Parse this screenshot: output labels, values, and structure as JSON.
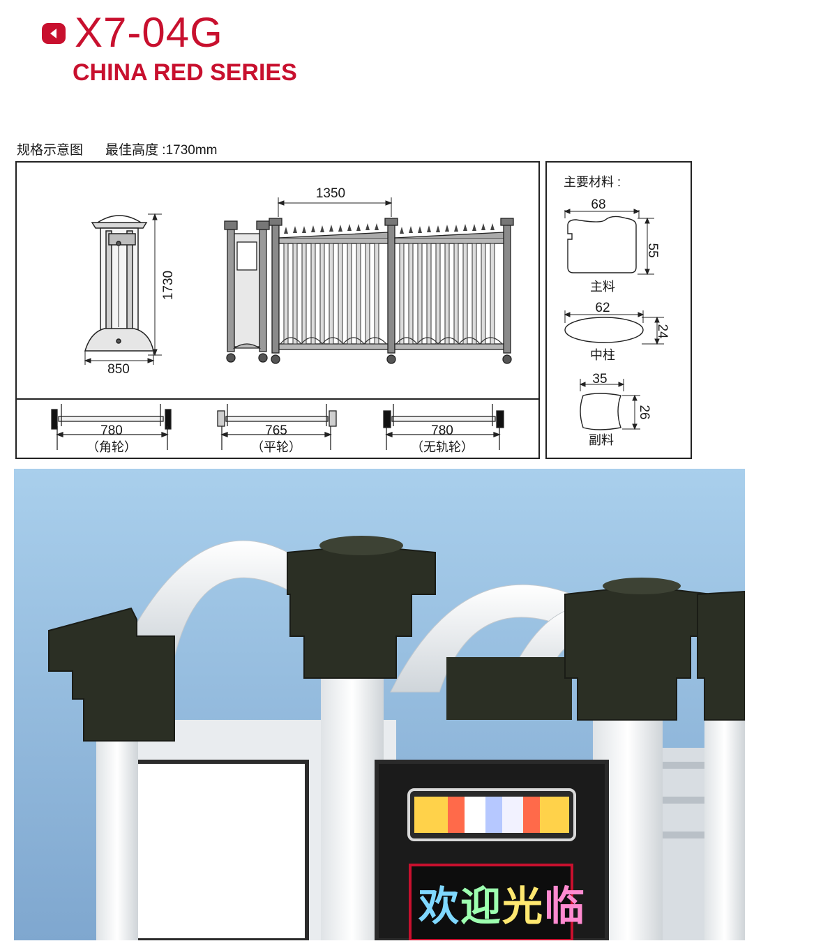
{
  "header": {
    "model": "X7-04G",
    "series": "CHINA RED SERIES"
  },
  "spec": {
    "caption": "规格示意图",
    "best_height": "最佳高度 :1730mm"
  },
  "dimensions": {
    "side_height": "1730",
    "side_width": "850",
    "section_width": "1350"
  },
  "wheels": [
    {
      "length": "780",
      "label": "（角轮）"
    },
    {
      "length": "765",
      "label": "（平轮）"
    },
    {
      "length": "780",
      "label": "（无轨轮）"
    }
  ],
  "materials": {
    "title": "主要材料 :",
    "items": [
      {
        "name": "主料",
        "width": "68",
        "height": "55"
      },
      {
        "name": "中柱",
        "width": "62",
        "height": "24"
      },
      {
        "name": "副料",
        "width": "35",
        "height": "26"
      }
    ]
  },
  "photo": {
    "sign_text": [
      "欢",
      "迎",
      "光",
      "临"
    ]
  },
  "colors": {
    "brand_red": "#c8102e",
    "sky": "#a7cbe8",
    "post": "#2b2f24",
    "frame": "#f2f4f6"
  }
}
